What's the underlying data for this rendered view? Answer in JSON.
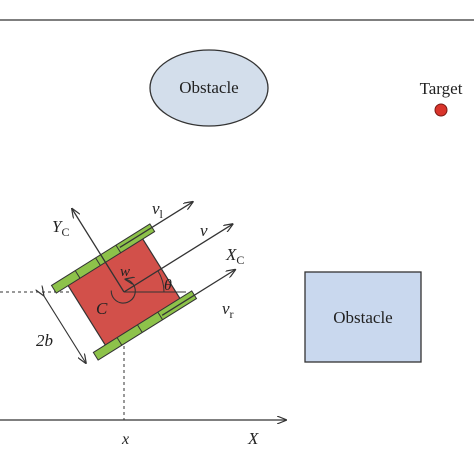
{
  "labels": {
    "obstacle_top": "Obstacle",
    "obstacle_right": "Obstacle",
    "target": "Target",
    "yc_main": "Y",
    "yc_sub": "C",
    "xc_main": "X",
    "xc_sub": "C",
    "v": "v",
    "vl_main": "v",
    "vl_sub": "l",
    "vr_main": "v",
    "vr_sub": "r",
    "w": "w",
    "theta": "θ",
    "center": "C",
    "width": "2b",
    "x_small": "x",
    "x_axis": "X"
  },
  "colors": {
    "obstacle_ellipse_fill": "#d3deeb",
    "obstacle_rect_fill": "#c9d8ee",
    "target_fill": "#d9342b",
    "robot_body": "#d2504a",
    "wheel": "#8dc24a",
    "line": "#333333"
  }
}
